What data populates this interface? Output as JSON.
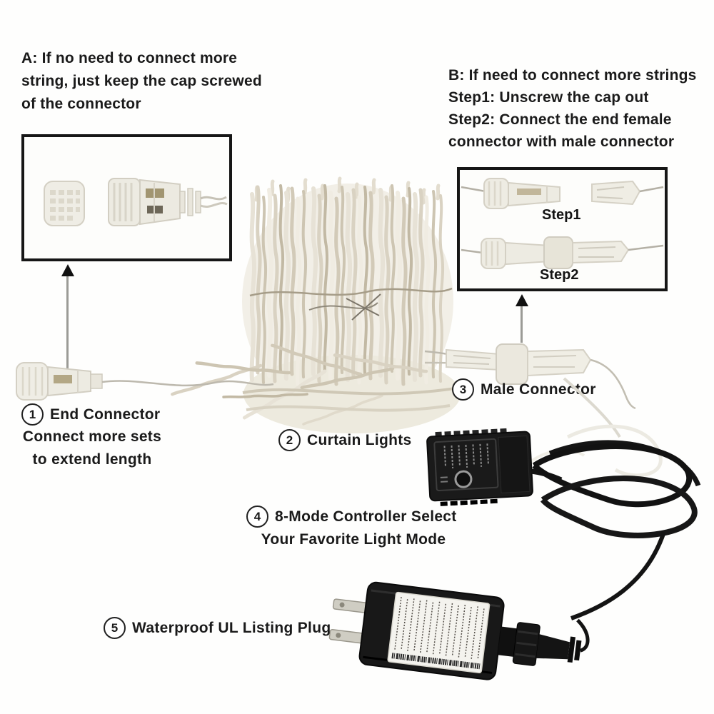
{
  "note_a": {
    "line1": "A: If no need to connect more",
    "line2": "string, just keep the cap screwed",
    "line3": "of the connector"
  },
  "note_b": {
    "line1": "B: If need to connect more strings",
    "line2": "Step1: Unscrew the cap out",
    "line3": "Step2: Connect the end female",
    "line4": "connector with male connector"
  },
  "box_b": {
    "step1_label": "Step1",
    "step2_label": "Step2"
  },
  "labels": {
    "item1": {
      "num": "1",
      "title": "End Connector",
      "line2": "Connect more sets",
      "line3": "to extend length"
    },
    "item2": {
      "num": "2",
      "title": "Curtain Lights"
    },
    "item3": {
      "num": "3",
      "title": "Male Connector"
    },
    "item4": {
      "num": "4",
      "title": "8-Mode Controller Select",
      "line2": "Your Favorite Light Mode"
    },
    "item5": {
      "num": "5",
      "title": "Waterproof UL Listing Plug"
    }
  },
  "colors": {
    "text": "#1a1a1a",
    "box_border": "#161616",
    "connector_plastic": "#eae7de",
    "lights_bundle": "#d8d1c0",
    "device_black": "#161616",
    "thin_wire": "#b9b5aa",
    "arrow_shaft": "#9b9b96"
  }
}
